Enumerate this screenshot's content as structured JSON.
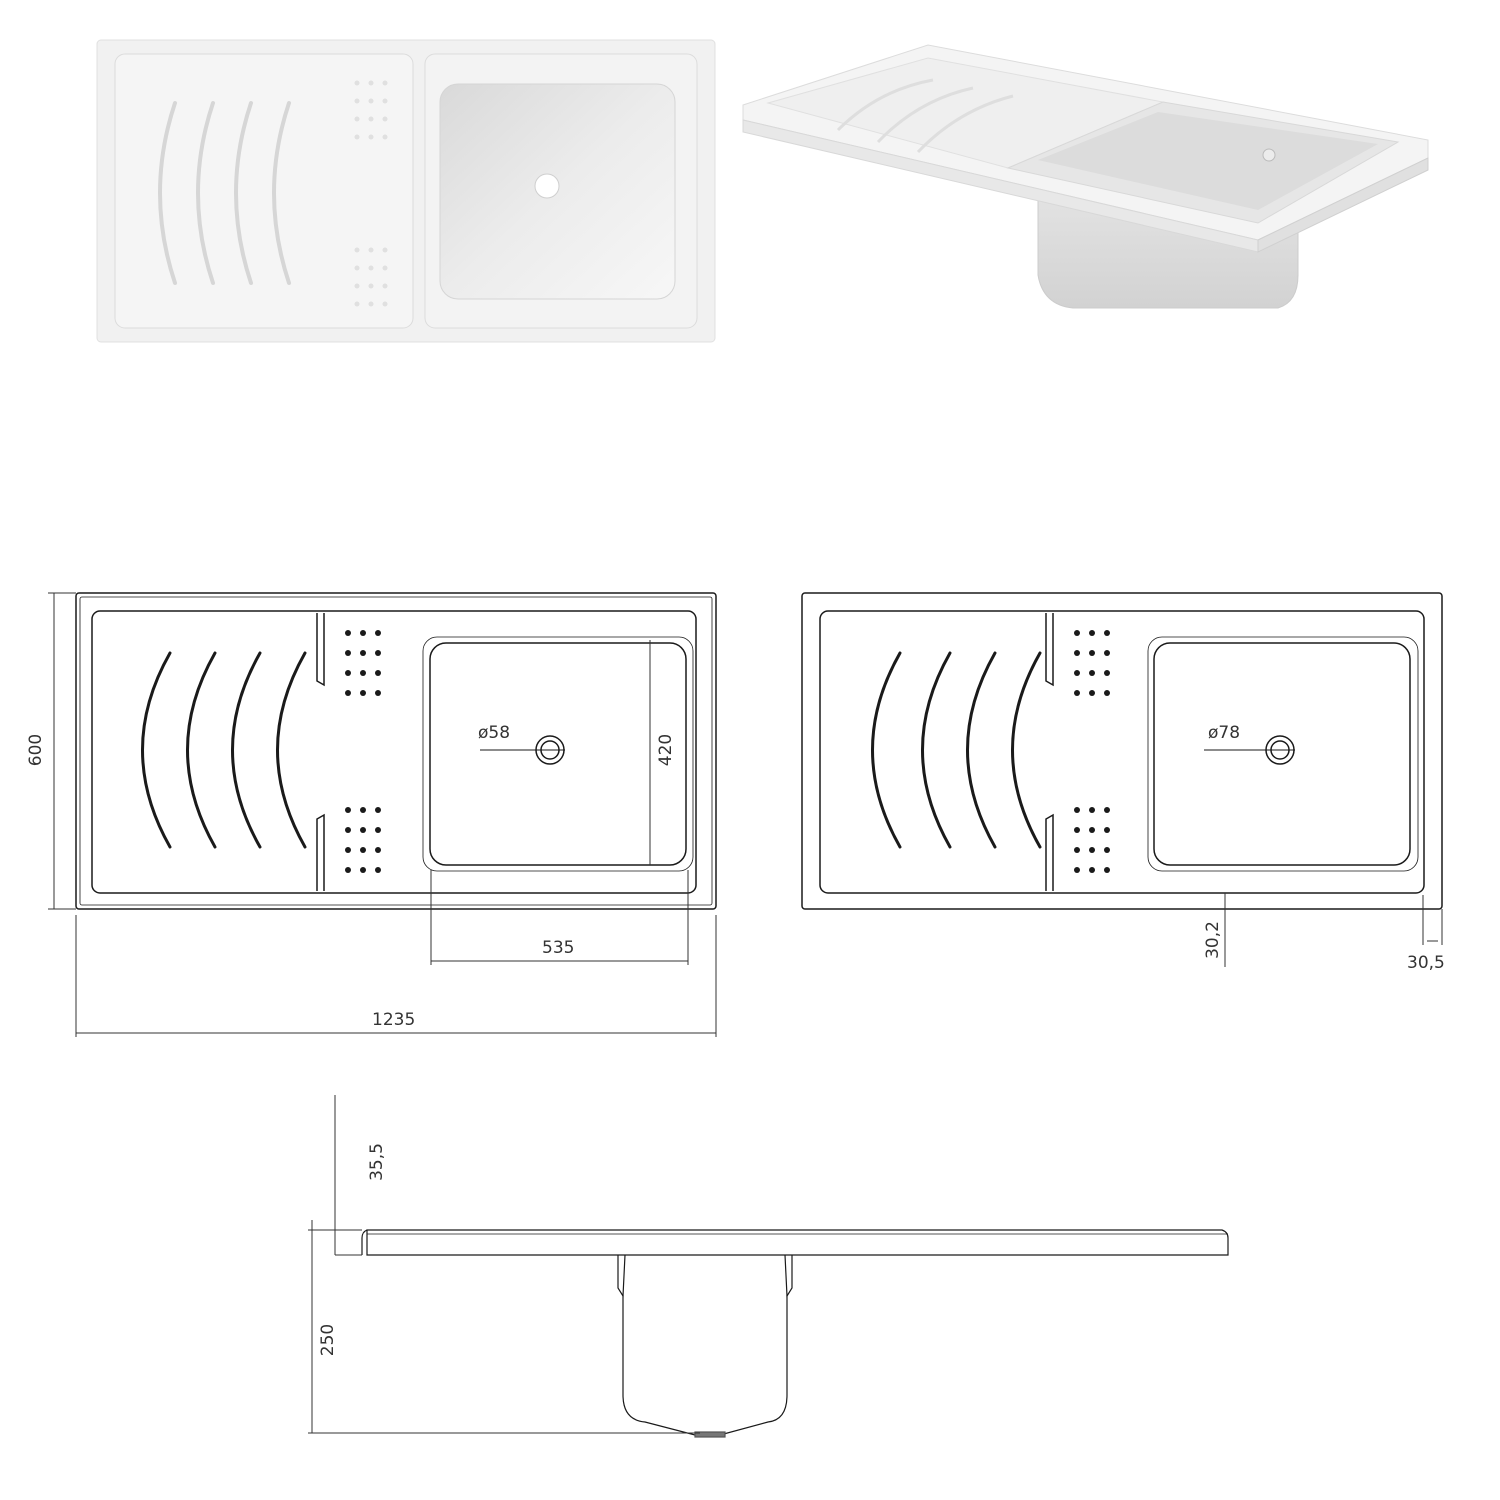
{
  "photos": {
    "top_view": {
      "label": "Sink top view photo",
      "color_body": "#f2f2f2",
      "color_shadow": "#d9d9d9"
    },
    "perspective_view": {
      "label": "Sink perspective photo",
      "color_body": "#f3f3f3",
      "color_shadow": "#d6d6d6"
    }
  },
  "drawings": {
    "plan_left": {
      "overall_width": "1235",
      "overall_depth": "600",
      "bowl_width": "535",
      "bowl_depth": "420",
      "drain_diameter": "ø58"
    },
    "plan_right": {
      "drain_diameter": "ø78",
      "front_rim": "30,2",
      "side_rim": "30,5"
    },
    "side_elevation": {
      "rim_height": "35,5",
      "total_height": "250"
    }
  },
  "colors": {
    "line": "#1a1a1a",
    "dim_line": "#333333",
    "background": "#ffffff"
  }
}
